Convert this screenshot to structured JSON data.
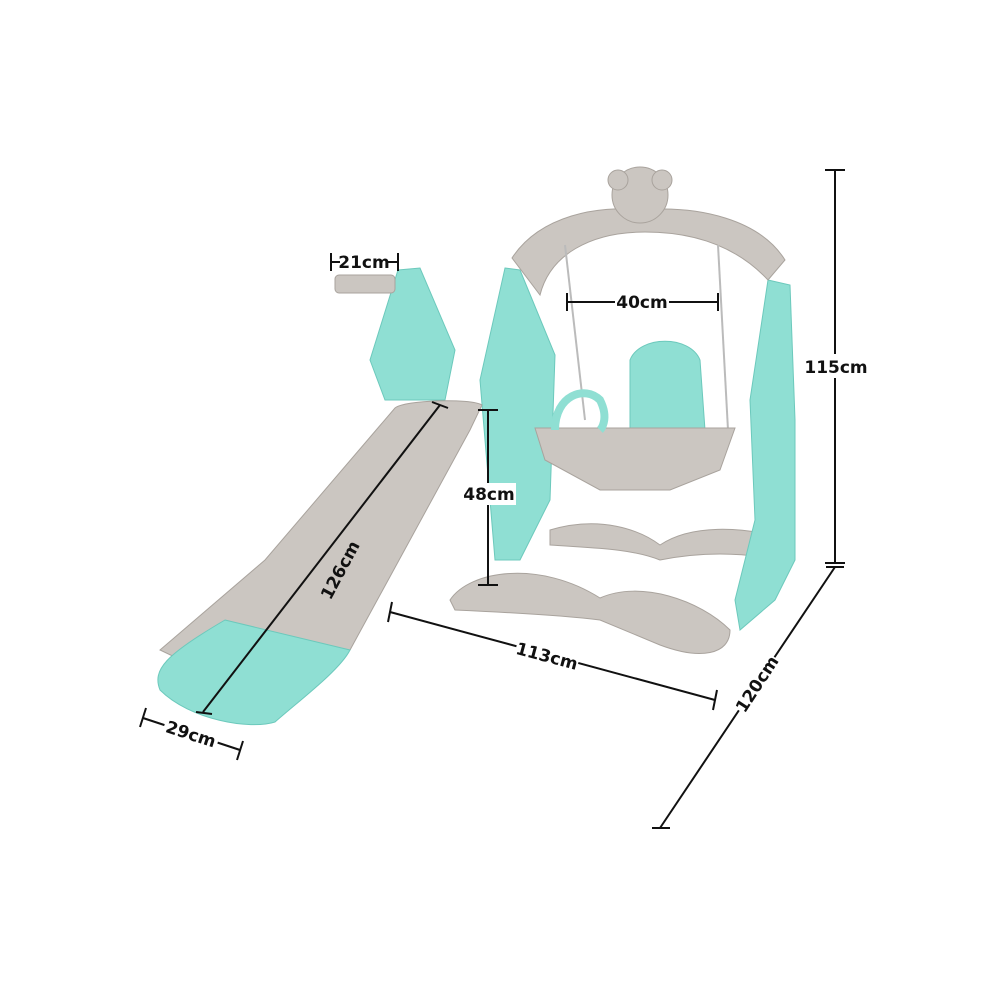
{
  "colors": {
    "mint": "#8fdfd3",
    "mint_dark": "#6cc9bc",
    "gray": "#cbc6c1",
    "gray_dark": "#a9a39d",
    "line": "#111111"
  },
  "dimensions": {
    "basket_width": "21cm",
    "swing_width": "40cm",
    "total_height": "115cm",
    "slide_height": "48cm",
    "slide_length": "126cm",
    "total_length": "113cm",
    "total_depth": "120cm",
    "slide_width": "29cm"
  }
}
